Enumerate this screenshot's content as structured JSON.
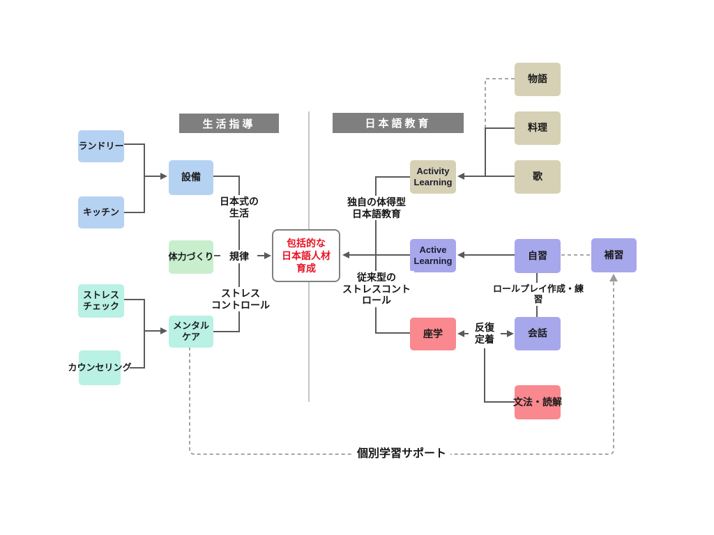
{
  "diagram": {
    "section_headers": {
      "life_guidance": "生活指導",
      "japanese_education": "日本語教育"
    },
    "center_goal": "包括的な\n日本語人材\n育成",
    "life_guidance": {
      "laundry": "ランドリー",
      "kitchen": "キッチン",
      "facilities": "設備",
      "japanese_style_life": "日本式の\n生活",
      "fitness": "体力づくり",
      "discipline": "規律",
      "stress_control": "ストレス\nコントロール",
      "stress_check": "ストレス\nチェック",
      "counseling": "カウンセリング",
      "mental_care": "メンタル\nケア"
    },
    "japanese_education": {
      "story": "物語",
      "cooking": "料理",
      "song": "歌",
      "activity_learning": "Activity\nLearning",
      "unique_method": "独自の体得型\n日本語教育",
      "active_learning": "Active\nLearning",
      "self_study": "自習",
      "supplementary": "補習",
      "roleplay": "ロールプレイ作成・練習",
      "conventional_method": "従来型の\nストレスコント\nロール",
      "classroom": "座学",
      "repetition": "反復\n定着",
      "conversation": "会話",
      "grammar_reading": "文法・読解"
    },
    "footer": {
      "individual_support": "個別学習サポート"
    },
    "colors": {
      "box_blue": "#b5d2f2",
      "box_green": "#c9eecd",
      "box_teal": "#b9f1e4",
      "box_tan": "#d6d0b5",
      "box_purple": "#a7a7ec",
      "box_pink": "#f9898e",
      "header_gray": "#7f7f7f",
      "accent_red": "#e81123",
      "line_solid": "#595959",
      "line_dashed": "#9a9a9a",
      "divider_gray": "#c3c6ca"
    }
  }
}
